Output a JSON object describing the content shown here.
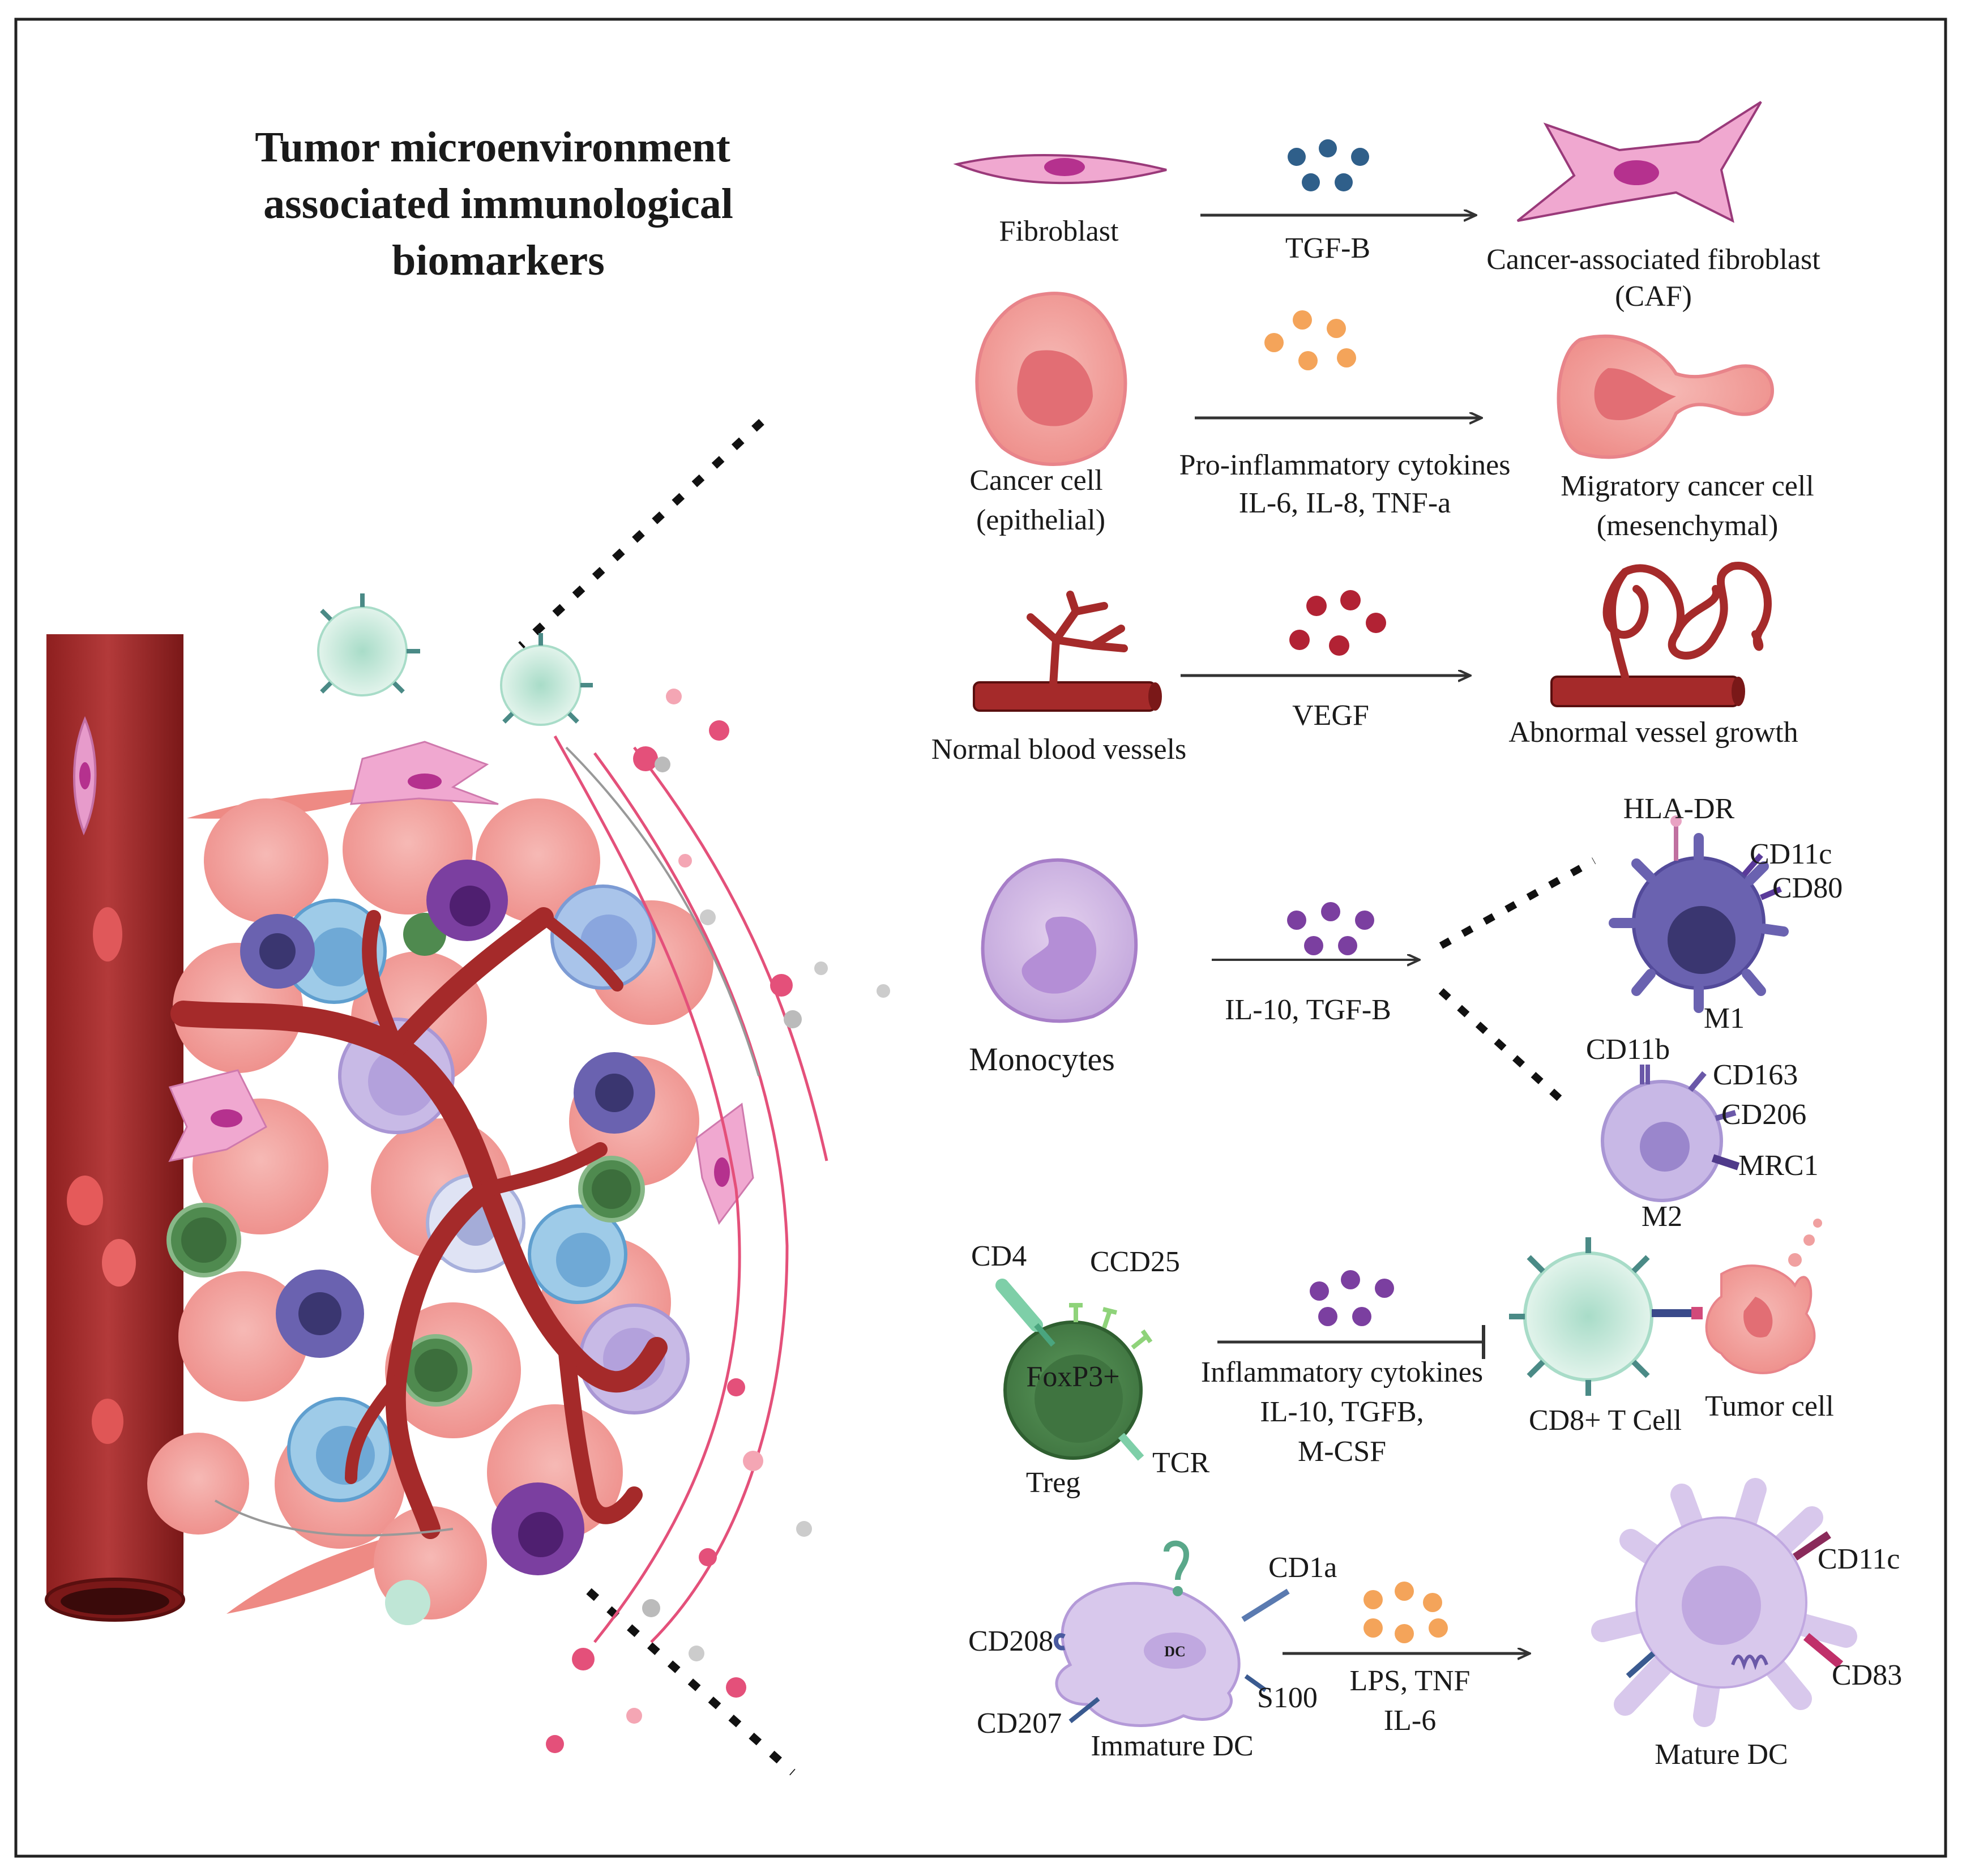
{
  "title": {
    "line1": "Tumor microenvironment",
    "line2": "associated immunological",
    "line3": "biomarkers"
  },
  "rows": {
    "fibroblast": {
      "from": "Fibroblast",
      "signal": "TGF-B",
      "to_line1": "Cancer-associated fibroblast",
      "to_line2": "(CAF)"
    },
    "cancer": {
      "from_line1": "Cancer cell",
      "from_line2": "(epithelial)",
      "signal_line1": "Pro-inflammatory cytokines",
      "signal_line2": "IL-6, IL-8, TNF-a",
      "to_line1": "Migratory cancer cell",
      "to_line2": "(mesenchymal)"
    },
    "vessel": {
      "from": "Normal blood vessels",
      "signal": "VEGF",
      "to": "Abnormal vessel growth"
    },
    "monocyte": {
      "from": "Monocytes",
      "signal": "IL-10, TGF-B",
      "m1": {
        "name": "M1",
        "markers": [
          "HLA-DR",
          "CD11c",
          "CD80"
        ]
      },
      "m2": {
        "name": "M2",
        "markers": [
          "CD11b",
          "CD163",
          "CD206",
          "MRC1"
        ]
      }
    },
    "treg": {
      "name": "Treg",
      "nucleus": "FoxP3+",
      "markers": [
        "CD4",
        "CCD25",
        "TCR"
      ],
      "signal_line1": "Inflammatory cytokines",
      "signal_line2": "IL-10, TGFB,",
      "signal_line3": "M-CSF",
      "target1": "CD8+ T Cell",
      "target2": "Tumor cell"
    },
    "dc": {
      "from": "Immature DC",
      "core": "DC",
      "markers": [
        "CD1a",
        "CD208",
        "S100",
        "CD207"
      ],
      "signal_line1": "LPS, TNF",
      "signal_line2": "IL-6",
      "to": "Mature DC",
      "to_markers": [
        "CD11c",
        "CD83"
      ]
    }
  },
  "colors": {
    "vessel": "#a52a2a",
    "cancer": "#f4a6a6",
    "fibroblast": "#f0a8d0",
    "tgf_dots": "#2f5f8a",
    "cytokine_dots": "#f4a45a",
    "vegf_dots": "#b22234",
    "il10_dots": "#7b3fa0",
    "treg": "#4f8a4f",
    "dc": "#d8c8ec",
    "m1": "#6a62b0",
    "m2": "#b8a8dc"
  }
}
